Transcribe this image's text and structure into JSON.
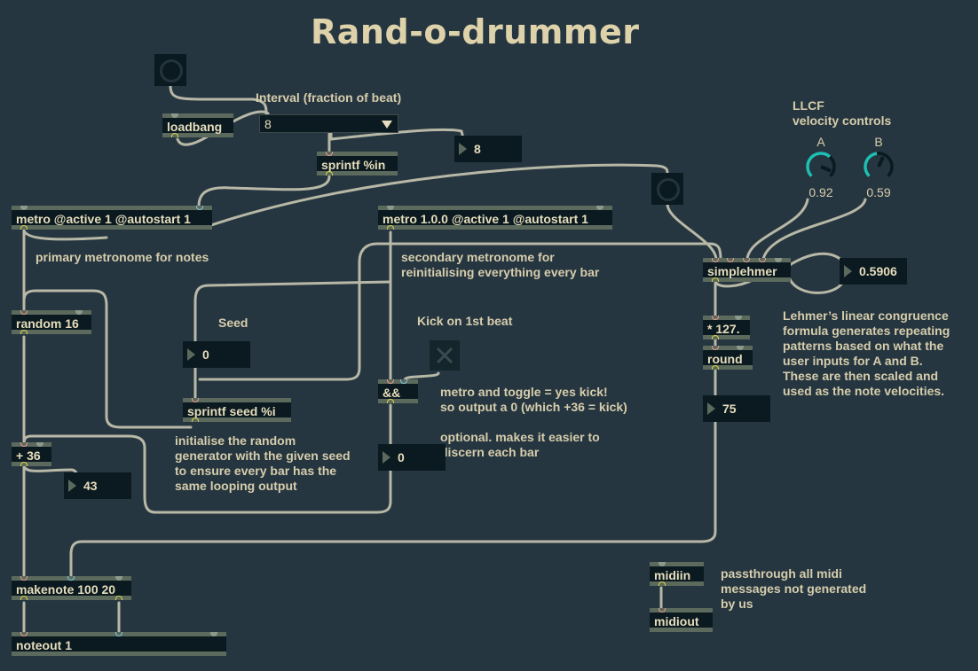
{
  "title": "Rand-o-drummer",
  "comments": {
    "interval": "Interval (fraction of beat)",
    "llcf": "LLCF\nvelocity controls",
    "primary_metro": "primary metronome for notes",
    "secondary_metro": "secondary metronome for\nreinitialising everything every bar",
    "seed": "Seed",
    "kick": "Kick on 1st beat",
    "lehmer": "Lehmer’s linear congruence\nformula generates repeating\npatterns based on what the\nuser inputs for A and B.\nThese are then scaled and\nused as the note velocities.",
    "and_note": "metro and toggle = yes kick!\nso output a 0 (which +36 = kick)",
    "optional": "optional. makes it easier to\ndiscern each bar",
    "init_random": "initialise the random\ngenerator with the given seed\nto ensure every bar has the\nsame looping output",
    "passthrough": "passthrough all midi\nmessages not generated\nby us"
  },
  "objects": {
    "loadbang": "loadbang",
    "sprintf_in": "sprintf %in",
    "metro_primary": "metro @active 1 @autostart 1",
    "metro_secondary": "metro 1.0.0 @active 1 @autostart 1",
    "random": "random 16",
    "sprintf_seed": "sprintf seed %i",
    "and": "&&",
    "plus36": "+ 36",
    "simplehmer": "simplehmer",
    "times127": "* 127.",
    "round": "round",
    "makenote": "makenote 100 20",
    "noteout": "noteout 1",
    "midiin": "midiin",
    "midiout": "midiout"
  },
  "umenu": {
    "selected": "8"
  },
  "numbers": {
    "interval_out": "8",
    "seed": "0",
    "kick_out": "0",
    "note_out": "43",
    "lehmer_out": "0.5906",
    "velocity": "75"
  },
  "dials": {
    "a": {
      "label": "A",
      "value": "0.92",
      "fraction": 0.92
    },
    "b": {
      "label": "B",
      "value": "0.59",
      "fraction": 0.59
    }
  },
  "toggle": {
    "checked": false
  },
  "colors": {
    "background": "#263640",
    "dial_accent": "#1fbfb3",
    "text": "#d6cdac"
  }
}
